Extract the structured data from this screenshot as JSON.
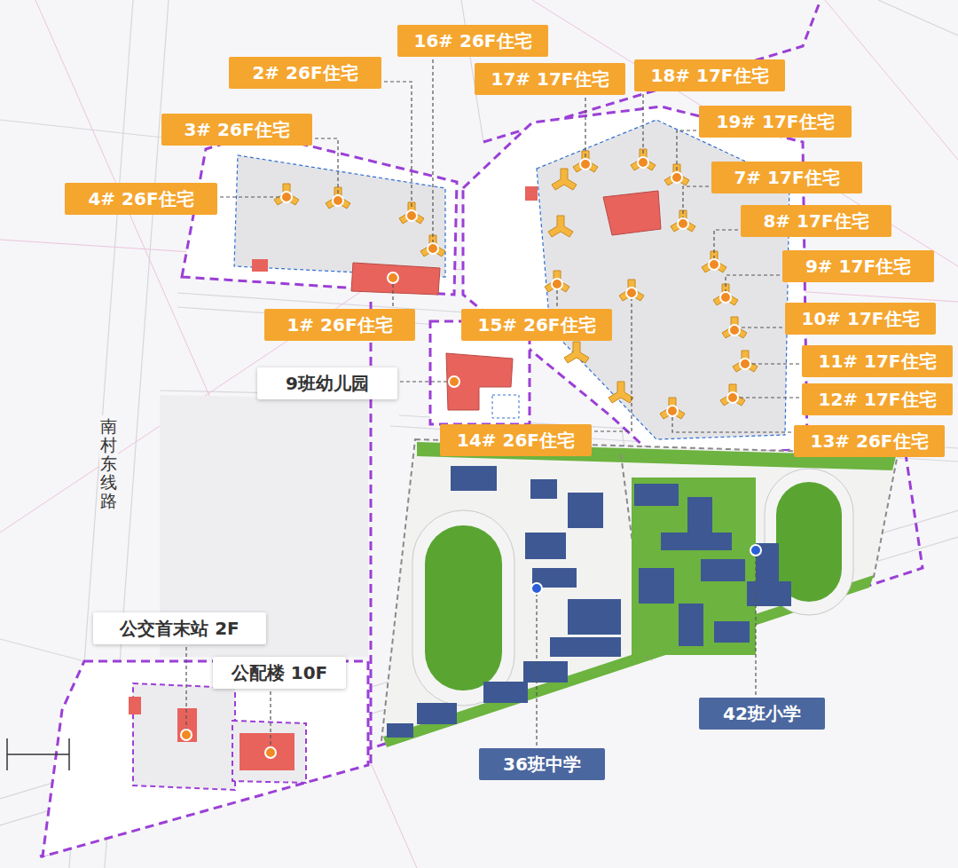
{
  "diagram": {
    "nodes": [
      {
        "text": [
          "16# 26F住宅"
        ]
      },
      {
        "text": [
          "2# 26F住宅"
        ]
      },
      {
        "text": [
          "17# 17F住宅"
        ]
      },
      {
        "text": [
          "18# 17F住宅"
        ]
      },
      {
        "text": [
          "3# 26F住宅"
        ]
      },
      {
        "text": [
          "19# 17F住宅"
        ]
      },
      {
        "text": [
          "4# 26F住宅"
        ]
      },
      {
        "text": [
          "7# 17F住宅"
        ]
      },
      {
        "text": [
          "8# 17F住宅"
        ]
      },
      {
        "text": [
          "9# 17F住宅"
        ]
      },
      {
        "text": [
          "1# 26F住宅"
        ]
      },
      {
        "text": [
          "15# 26F住宅"
        ]
      },
      {
        "text": [
          "10# 17F住宅"
        ]
      },
      {
        "text": [
          "11# 17F住宅"
        ]
      },
      {
        "text": [
          "9班幼儿园"
        ]
      },
      {
        "text": [
          "12# 17F住宅"
        ]
      },
      {
        "text": [
          "14# 26F住宅"
        ]
      },
      {
        "text": [
          "13# 26F住宅"
        ]
      },
      {
        "text": [
          "公交首末站 2F"
        ]
      },
      {
        "text": [
          "公配楼 10F"
        ]
      },
      {
        "text": [
          "42班小学"
        ]
      },
      {
        "text": [
          "36班中学"
        ]
      }
    ],
    "labels": [
      "南村东线路"
    ]
  }
}
